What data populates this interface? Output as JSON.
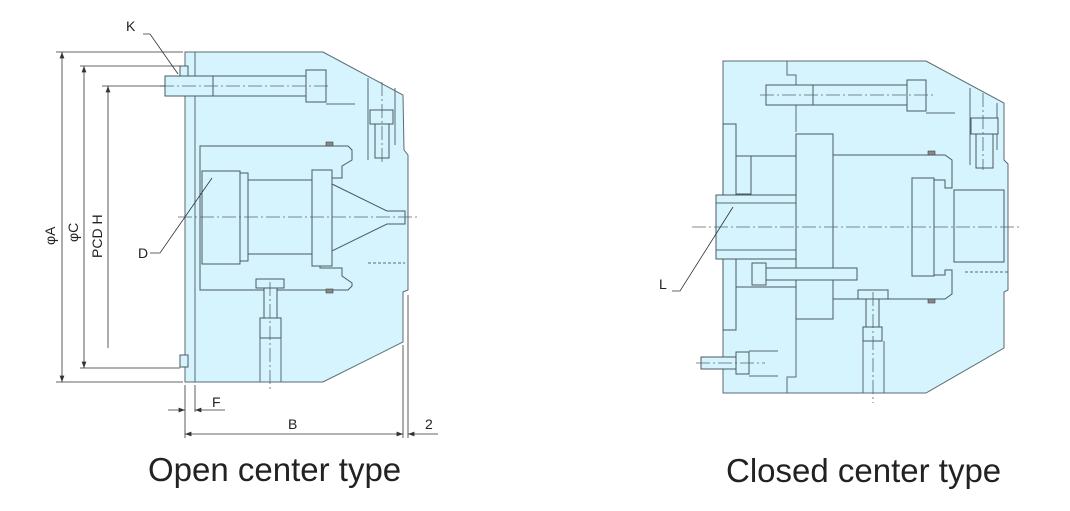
{
  "open_type": {
    "caption": "Open center type",
    "labels": {
      "K": "K",
      "D": "D",
      "phiA": "φA",
      "phiC": "φC",
      "pcd": "PCD H",
      "F": "F",
      "B": "B",
      "two": "2"
    }
  },
  "closed_type": {
    "caption": "Closed center type",
    "labels": {
      "L": "L"
    }
  },
  "colors": {
    "body_fill": "#d5f4fd",
    "line": "#5a6a72"
  }
}
